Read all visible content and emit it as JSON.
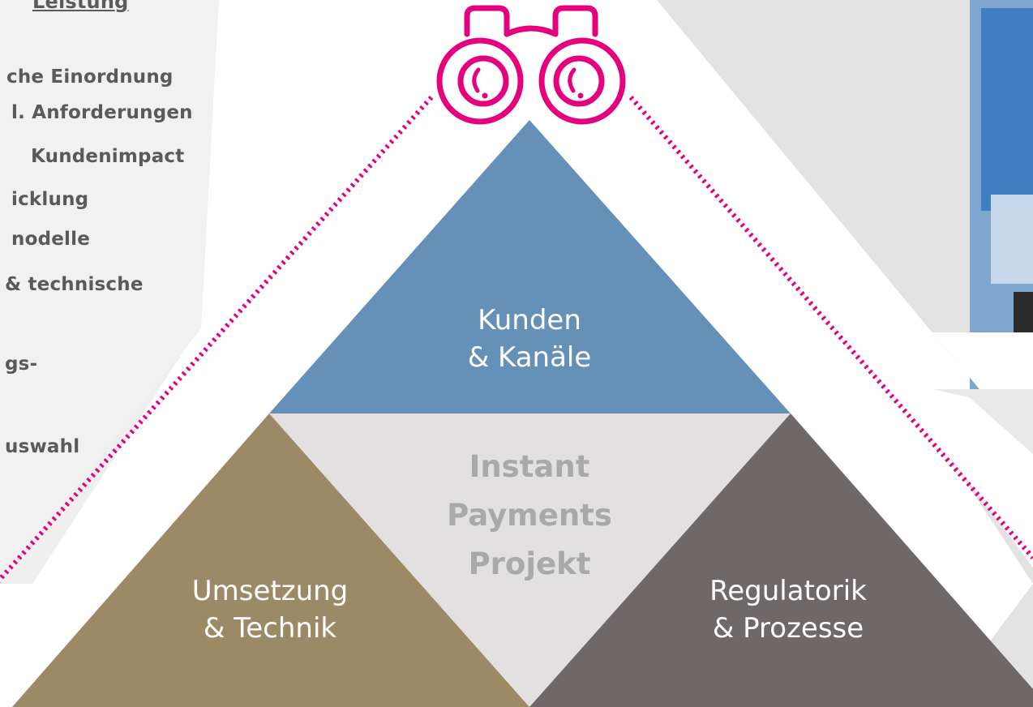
{
  "left_panel": {
    "heading": "Leistung",
    "lines": [
      "che Einordnung",
      "l. Anforderungen",
      "Kundenimpact",
      "icklung",
      "nodelle",
      "& technische",
      "gs-",
      "uswahl"
    ]
  },
  "pyramid": {
    "top": {
      "line1": "Kunden",
      "line2": "& Kanäle"
    },
    "center": {
      "line1": "Instant",
      "line2": "Payments",
      "line3": "Projekt"
    },
    "bottom_left": {
      "line1": "Umsetzung",
      "line2": "& Technik"
    },
    "bottom_right": {
      "line1": "Regulatorik",
      "line2": "& Prozesse"
    }
  },
  "icons": {
    "binoculars": "binoculars-icon"
  },
  "colors": {
    "top_triangle": "#6590b8",
    "center_triangle": "#e2e0e0",
    "bottom_left_triangle": "#9c8a66",
    "bottom_right_triangle": "#6e6869",
    "accent_magenta": "#e5007d",
    "text_gray": "#5a5a5a",
    "center_text": "#a9a9a9"
  }
}
